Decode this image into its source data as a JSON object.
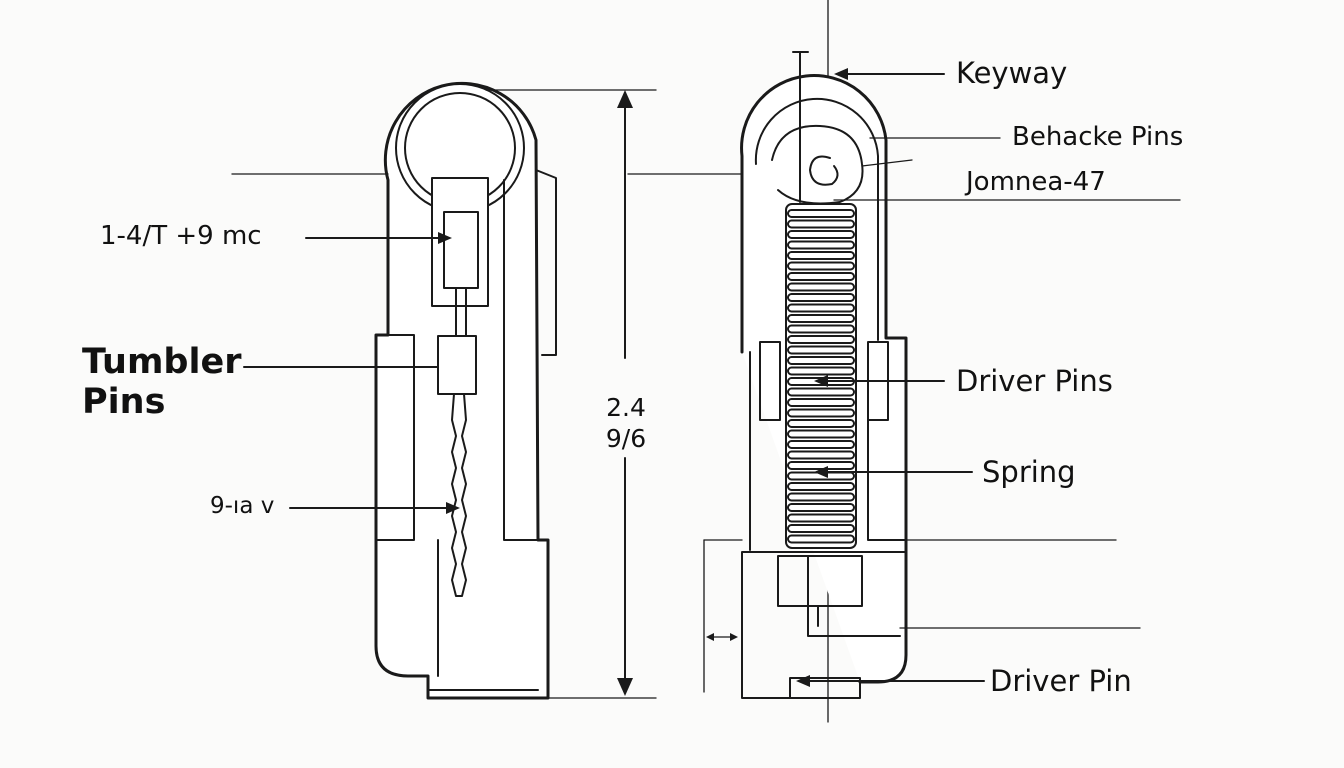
{
  "diagram": {
    "labels": {
      "keyway": "Keyway",
      "behacke_pins": "Behacke Pins",
      "jomnea": "Jomnea-47",
      "dim_top_left": "1-4/T  +9 mc",
      "tumbler_pins": "Tumbler\nPins",
      "dimension": "2.4\n9/6",
      "dim_bottom_left": "9-ıa v",
      "driver_pins": "Driver Pins",
      "spring": "Spring",
      "driver_pin": "Driver Pin"
    }
  }
}
